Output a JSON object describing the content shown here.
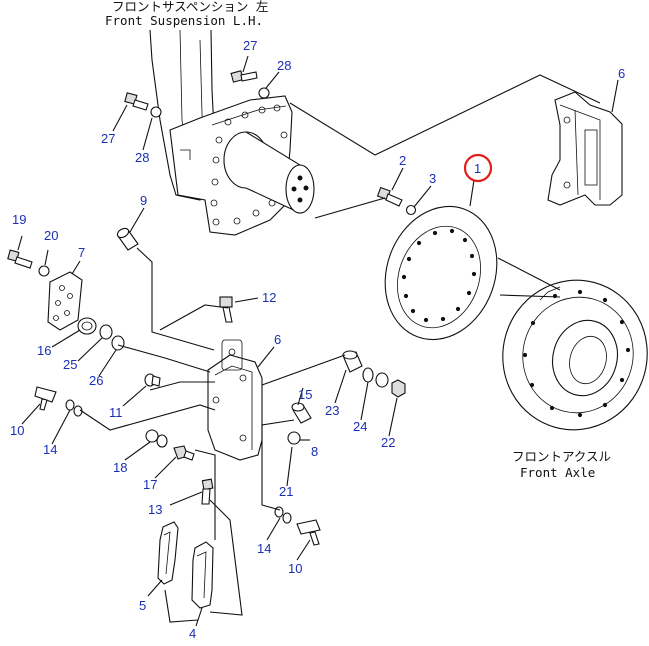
{
  "captions": {
    "suspension_jp": "フロントサスペンション 左",
    "suspension_en": "Front Suspension L.H.",
    "axle_jp": "フロントアクスル",
    "axle_en": "Front Axle"
  },
  "callouts": [
    {
      "id": "c27a",
      "label": "27"
    },
    {
      "id": "c28a",
      "label": "28"
    },
    {
      "id": "c27b",
      "label": "27"
    },
    {
      "id": "c28b",
      "label": "28"
    },
    {
      "id": "c6a",
      "label": "6"
    },
    {
      "id": "c1",
      "label": "1"
    },
    {
      "id": "c2",
      "label": "2"
    },
    {
      "id": "c3",
      "label": "3"
    },
    {
      "id": "c9",
      "label": "9"
    },
    {
      "id": "c19",
      "label": "19"
    },
    {
      "id": "c20",
      "label": "20"
    },
    {
      "id": "c7",
      "label": "7"
    },
    {
      "id": "c12",
      "label": "12"
    },
    {
      "id": "c6b",
      "label": "6"
    },
    {
      "id": "c16",
      "label": "16"
    },
    {
      "id": "c25",
      "label": "25"
    },
    {
      "id": "c26",
      "label": "26"
    },
    {
      "id": "c11",
      "label": "11"
    },
    {
      "id": "c10a",
      "label": "10"
    },
    {
      "id": "c14a",
      "label": "14"
    },
    {
      "id": "c15",
      "label": "15"
    },
    {
      "id": "c23",
      "label": "23"
    },
    {
      "id": "c24",
      "label": "24"
    },
    {
      "id": "c22",
      "label": "22"
    },
    {
      "id": "c8",
      "label": "8"
    },
    {
      "id": "c18",
      "label": "18"
    },
    {
      "id": "c17",
      "label": "17"
    },
    {
      "id": "c13",
      "label": "13"
    },
    {
      "id": "c21",
      "label": "21"
    },
    {
      "id": "c14b",
      "label": "14"
    },
    {
      "id": "c10b",
      "label": "10"
    },
    {
      "id": "c5",
      "label": "5"
    },
    {
      "id": "c4",
      "label": "4"
    }
  ],
  "colors": {
    "line": "#111111",
    "callout_text": "#1b2fb5",
    "highlight_circle": "#e0201b"
  },
  "highlighted_part": "1"
}
